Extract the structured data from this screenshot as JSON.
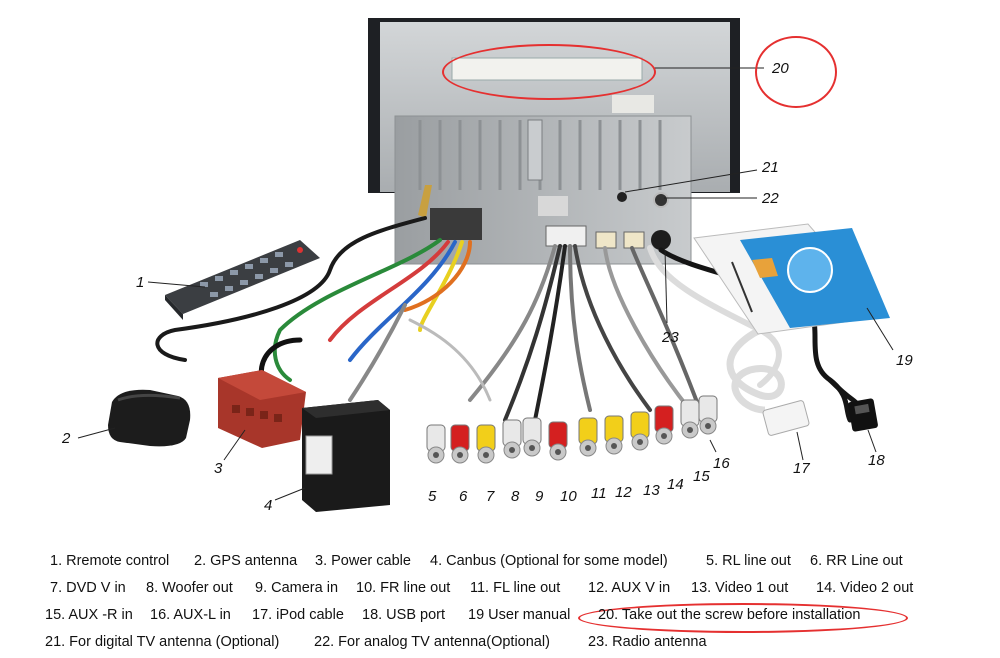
{
  "callouts": [
    "1",
    "2",
    "3",
    "4",
    "5",
    "6",
    "7",
    "8",
    "9",
    "10",
    "11",
    "12",
    "13",
    "14",
    "15",
    "16",
    "17",
    "18",
    "19",
    "20",
    "21",
    "22",
    "23"
  ],
  "legend": {
    "rows": [
      [
        "1. Rremote control",
        "2. GPS antenna",
        "3. Power cable",
        "4. Canbus (Optional for some model)",
        "5. RL line out",
        "6. RR Line out"
      ],
      [
        "7. DVD V in",
        "8. Woofer out",
        "9. Camera in",
        "10. FR line out",
        "11. FL line out",
        "12. AUX V in",
        "13. Video 1 out",
        "14. Video 2 out"
      ],
      [
        "15. AUX -R in",
        "16. AUX-L in",
        "17. iPod cable",
        "18. USB port",
        "19 User manual",
        "20. Take out the screw before installation"
      ],
      [
        "21. For digital TV antenna (Optional)",
        "22. For analog TV antenna(Optional)",
        "23. Radio antenna"
      ]
    ]
  },
  "colors": {
    "highlight": "#e53030",
    "rca_white": "#e8e8e8",
    "rca_red": "#d42020",
    "rca_yellow": "#f2cf1a",
    "unit_metal": "#b9bcbf",
    "manual_blue": "#2a8fd6"
  }
}
